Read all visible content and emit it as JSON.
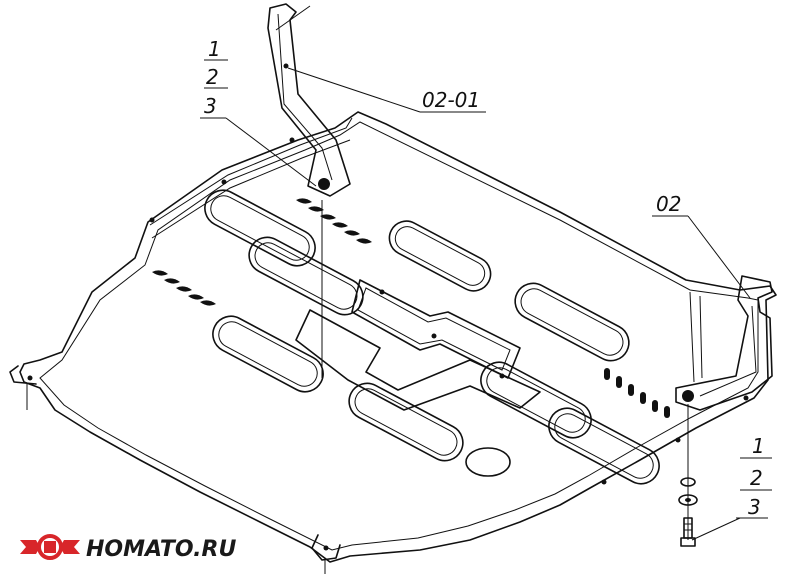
{
  "callouts": {
    "top_left": {
      "n1": "1",
      "n2": "2",
      "n3": "3"
    },
    "part_0201": "02-01",
    "part_02": "02",
    "bottom_right": {
      "n1": "1",
      "n2": "2",
      "n3": "3"
    }
  },
  "logo": {
    "text": "HOMATO.RU",
    "colors": {
      "red": "#d8262a",
      "dark": "#1a1a1a"
    }
  }
}
